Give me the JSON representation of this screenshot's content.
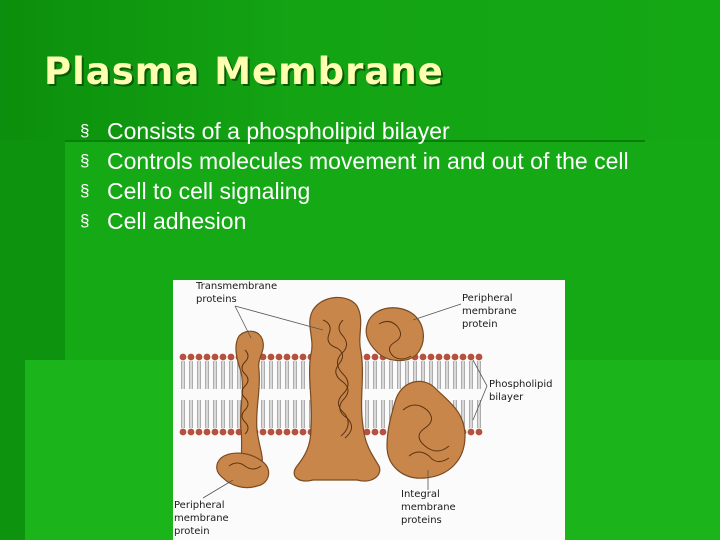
{
  "slide": {
    "title": "Plasma Membrane",
    "bullet_glyph": "§",
    "bullets": [
      "Consists of a phospholipid bilayer",
      "Controls molecules movement in and out of the cell",
      "Cell to cell signaling",
      "Cell adhesion"
    ]
  },
  "figure": {
    "labels": {
      "transmembrane": "Transmembrane\nproteins",
      "peripheral_top": "Peripheral\nmembrane\nprotein",
      "phospholipid": "Phospholipid\nbilayer",
      "integral": "Integral\nmembrane\nproteins",
      "peripheral_bottom": "Peripheral\nmembrane\nprotein"
    }
  },
  "colors": {
    "background": "#15a815",
    "title": "#ffffb0",
    "text": "#ffffff",
    "protein": "#c8864a",
    "phospholipid_head": "#b5513f"
  }
}
